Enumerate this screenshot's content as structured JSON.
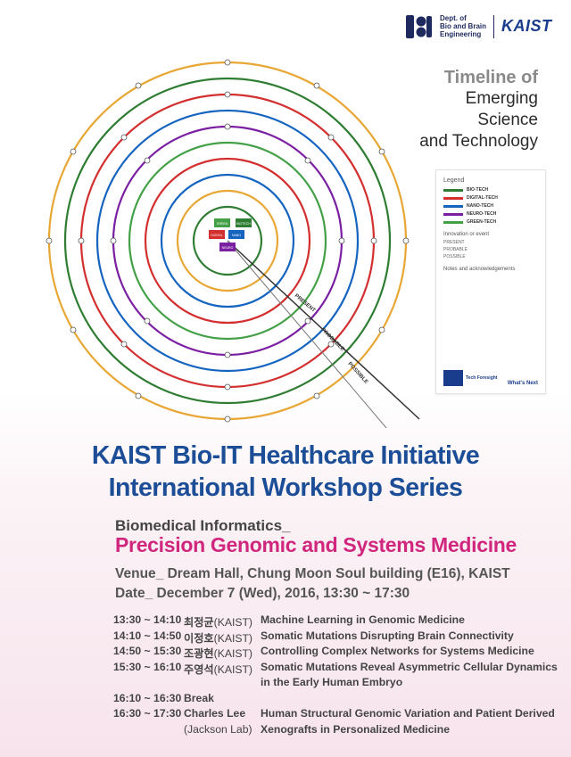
{
  "header": {
    "dept_lines": [
      "Dept. of",
      "Bio and Brain",
      "Engineering"
    ],
    "kaist": "KAIST"
  },
  "timeline": {
    "title_line1": "Timeline of",
    "title_line2": "Emerging Science",
    "title_line3": "and Technology"
  },
  "poster": {
    "center_labels": [
      "BIOTECH",
      "DIGITAL",
      "GREEN",
      "NANO",
      "NEURO"
    ],
    "arc_labels": [
      "PRESENT",
      "PROBABLE",
      "POSSIBLE"
    ],
    "legend": {
      "title": "Legend",
      "items": [
        {
          "name": "BIO-TECH",
          "color": "#2e7d32"
        },
        {
          "name": "DIGITAL-TECH",
          "color": "#d32f2f"
        },
        {
          "name": "NANO-TECH",
          "color": "#1565c0"
        },
        {
          "name": "NEURO-TECH",
          "color": "#7b1fa2"
        },
        {
          "name": "GREEN-TECH",
          "color": "#43a047"
        }
      ],
      "innovation_title": "Innovation or event",
      "innovation_rows": [
        "PRESENT",
        "PROBABLE",
        "POSSIBLE"
      ],
      "notes_title": "Notes and acknowledgements",
      "footer_left": "Tech Foresight",
      "footer_right": "What's Next"
    }
  },
  "workshop": {
    "title_line1": "KAIST Bio-IT Healthcare Initiative",
    "title_line2": "International Workshop Series",
    "subtitle1": "Biomedical Informatics_",
    "subtitle2": "Precision Genomic and Systems Medicine",
    "venue": "Venue_ Dream Hall, Chung Moon Soul building (E16), KAIST",
    "date": "Date_ December 7 (Wed), 2016, 13:30 ~ 17:30"
  },
  "schedule": [
    {
      "time": "13:30 ~ 14:10",
      "name": "최정균",
      "affil": "(KAIST)",
      "talk": "Machine Learning in Genomic Medicine"
    },
    {
      "time": "14:10 ~ 14:50",
      "name": "이정호",
      "affil": "(KAIST)",
      "talk": "Somatic Mutations Disrupting Brain Connectivity"
    },
    {
      "time": "14:50 ~ 15:30",
      "name": "조광현",
      "affil": "(KAIST)",
      "talk": "Controlling Complex Networks for Systems Medicine"
    },
    {
      "time": "15:30 ~ 16:10",
      "name": "주영석",
      "affil": "(KAIST)",
      "talk": "Somatic Mutations Reveal Asymmetric Cellular Dynamics",
      "talk2": "in the Early Human Embryo"
    },
    {
      "time": "16:10 ~ 16:30",
      "name": "Break"
    },
    {
      "time": "16:30 ~ 17:30",
      "name": "Charles Lee",
      "affil2": "(Jackson Lab)",
      "talk": "Human Structural Genomic Variation and Patient Derived",
      "talk2": "Xenografts in Personalized Medicine"
    }
  ]
}
